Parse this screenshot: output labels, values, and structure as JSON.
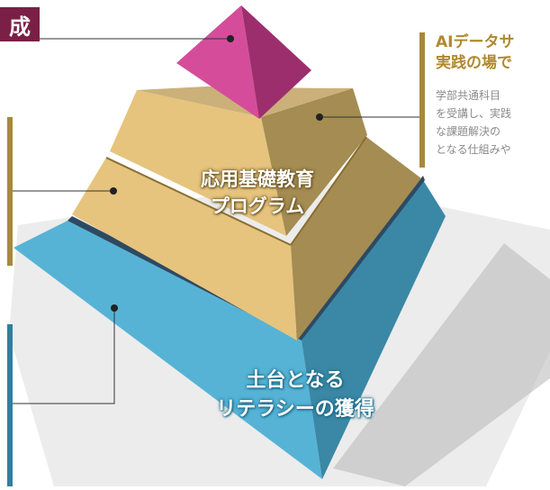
{
  "header": {
    "title_fragment": "成"
  },
  "callout": {
    "title_lines": [
      "AIデータサ",
      "実践の場で"
    ],
    "body_lines": [
      "学部共通科目",
      "を受講し、実践",
      "な課題解決の",
      "となる仕組みや"
    ]
  },
  "tiers": {
    "middle": {
      "lines": [
        "応用基礎教育",
        "プログラム"
      ]
    },
    "base": {
      "lines": [
        "土台となる",
        "リテラシーの獲得"
      ]
    }
  },
  "colors": {
    "top": "#c8478a",
    "gold": "#e6c47e",
    "gold_shadow": "#a48c52",
    "blue": "#56b3d6",
    "blue_shadow": "#3a88a5",
    "badge": "#7a1f45",
    "callout_title": "#b0892e"
  }
}
